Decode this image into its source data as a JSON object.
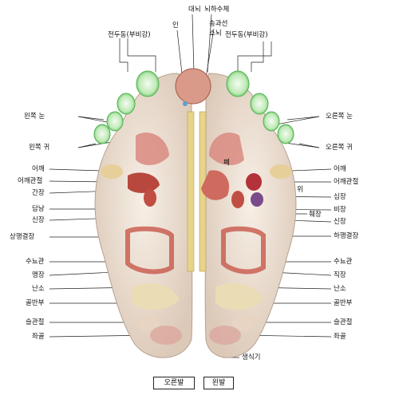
{
  "top_labels": {
    "brain": "대뇌",
    "pituitary": "뇌하수체",
    "nose": "인",
    "pineal": "송과선",
    "cerebellum": "소뇌",
    "sinus_left": "전두동(부비강)",
    "sinus_right": "전두동(부비강)"
  },
  "left_labels": [
    "왼쪽 눈",
    "왼쪽 귀",
    "어깨",
    "어깨관절",
    "간장",
    "담낭",
    "신장",
    "상행결장",
    "수뇨관",
    "맹장",
    "난소",
    "골반부",
    "슬관절",
    "좌골"
  ],
  "right_labels": [
    "오른쪽 눈",
    "오른쪽 귀",
    "어깨",
    "어깨관절",
    "위",
    "심장",
    "비장",
    "췌장",
    "신장",
    "하행결장",
    "수뇨관",
    "직장",
    "난소",
    "골반부",
    "슬관절",
    "좌골"
  ],
  "center_labels": {
    "lung": "폐",
    "genital": "생식기"
  },
  "foot_names": {
    "right_foot": "오른발",
    "left_foot": "왼발"
  },
  "colors": {
    "toe_highlight": "#7edb7e",
    "skin": "#f1e6dc",
    "organ": "#c7584a",
    "spine": "#e6d48a",
    "line": "#222222"
  }
}
